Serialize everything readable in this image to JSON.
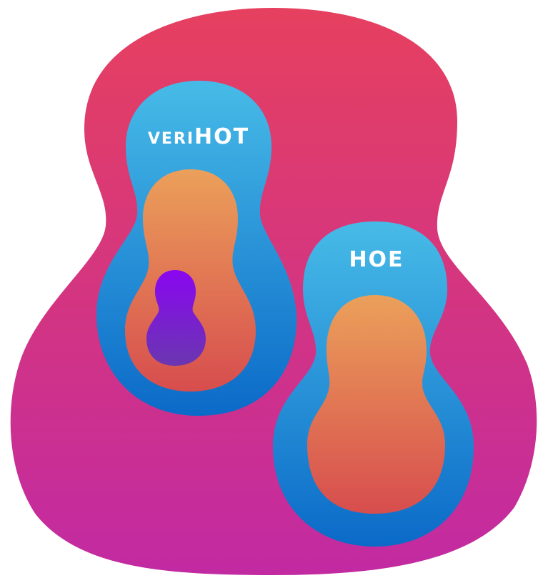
{
  "labels": {
    "left_prefix": "VERI",
    "left_main": "HOT",
    "right_main": "HOE"
  },
  "colors": {
    "outer_top": "#e6405f",
    "outer_bottom": "#c22aa2",
    "blue_top": "#47bbe7",
    "blue_bottom": "#0b6ac8",
    "orange_top": "#eba05a",
    "orange_bottom": "#d74d4e",
    "purple_top": "#8a06f0",
    "purple_bottom": "#6a37b0",
    "text": "#ffffff"
  }
}
